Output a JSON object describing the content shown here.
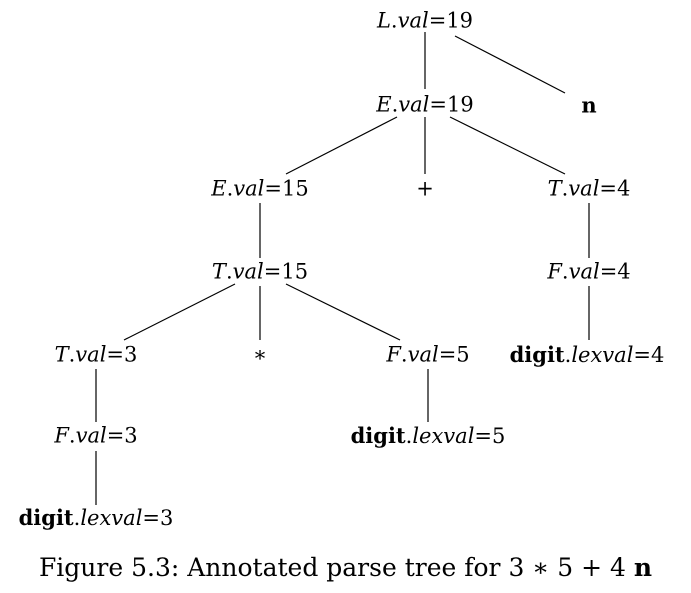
{
  "nodes": {
    "L": {
      "name": "L",
      "attr": "val",
      "eq": "=",
      "value": "19"
    },
    "E1": {
      "name": "E",
      "attr": "val",
      "eq": "=",
      "value": "19"
    },
    "n": {
      "symbol": "n"
    },
    "E2": {
      "name": "E",
      "attr": "val",
      "eq": "=",
      "value": "15"
    },
    "plus": {
      "symbol": "+"
    },
    "T1": {
      "name": "T",
      "attr": "val",
      "eq": "=",
      "value": "4"
    },
    "T2": {
      "name": "T",
      "attr": "val",
      "eq": "=",
      "value": "15"
    },
    "F1": {
      "name": "F",
      "attr": "val",
      "eq": "=",
      "value": "4"
    },
    "T3": {
      "name": "T",
      "attr": "val",
      "eq": "=",
      "value": "3"
    },
    "star": {
      "symbol": "∗"
    },
    "F2": {
      "name": "F",
      "attr": "val",
      "eq": "=",
      "value": "5"
    },
    "D4": {
      "name": "digit",
      "attr": "lexval",
      "eq": "=",
      "value": "4"
    },
    "F3": {
      "name": "F",
      "attr": "val",
      "eq": "=",
      "value": "3"
    },
    "D5": {
      "name": "digit",
      "attr": "lexval",
      "eq": "=",
      "value": "5"
    },
    "D3": {
      "name": "digit",
      "attr": "lexval",
      "eq": "=",
      "value": "3"
    }
  },
  "caption": {
    "prefix": "Figure 5.3: Annotated parse tree for",
    "expression": "3 ∗ 5 + 4",
    "terminal": "n"
  }
}
